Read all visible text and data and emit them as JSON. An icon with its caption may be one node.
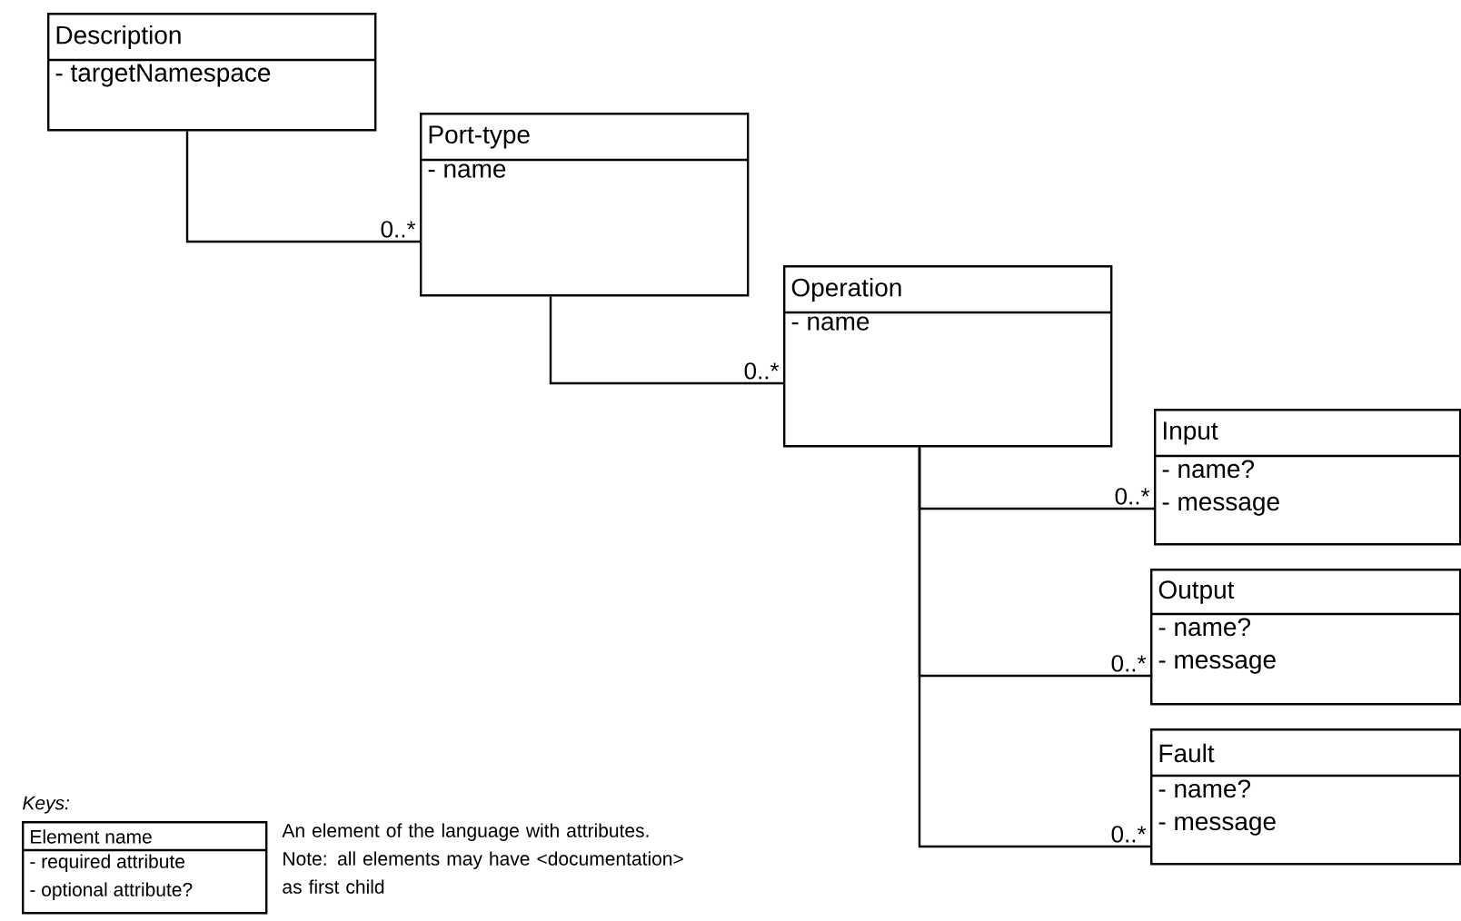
{
  "diagram": {
    "nodes": [
      {
        "text": [
          "Description",
          "- targetNamespace"
        ]
      },
      {
        "text": [
          "Port-type",
          "- name"
        ]
      },
      {
        "text": [
          "Operation",
          "- name"
        ]
      },
      {
        "text": [
          "Input",
          "- name?",
          "- message"
        ]
      },
      {
        "text": [
          "Output",
          "- name?",
          "- message"
        ]
      },
      {
        "text": [
          "Fault",
          "- name?",
          "- message"
        ]
      },
      {
        "text": [
          "Element name",
          "- required attribute",
          "- optional attribute?"
        ],
        "beside": [
          "An element of the language with attributes.",
          "Note: all elements may have <documentation> as first child"
        ]
      }
    ],
    "edges": [
      {
        "from": 0,
        "to": 1,
        "arrow": "none",
        "label": "0..*"
      },
      {
        "from": 1,
        "to": 2,
        "arrow": "none",
        "label": "0..*"
      },
      {
        "from": 2,
        "to": 3,
        "arrow": "none",
        "label": "0..*"
      },
      {
        "from": 2,
        "to": 4,
        "arrow": "none",
        "label": "0..*"
      },
      {
        "from": 2,
        "to": 5,
        "arrow": "none",
        "label": "0..*"
      }
    ],
    "labels": [
      "Keys:"
    ]
  }
}
